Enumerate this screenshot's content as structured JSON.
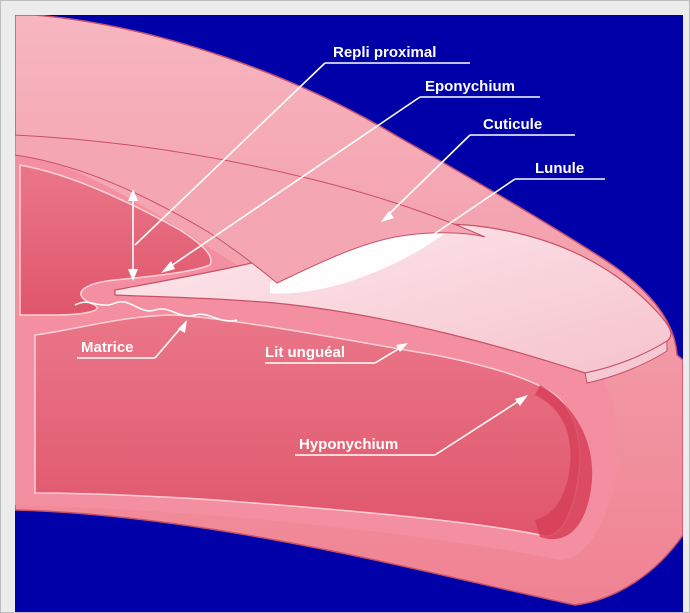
{
  "diagram": {
    "labels": {
      "repli_proximal": "Repli proximal",
      "eponychium": "Eponychium",
      "cuticule": "Cuticule",
      "lunule": "Lunule",
      "matrice": "Matrice",
      "lit_ungueal": "Lit unguéal",
      "hyponychium": "Hyponychium"
    },
    "colors": {
      "background": "#0000a8",
      "skin": "#f08a98",
      "skin_light": "#f7b3bd",
      "inner_tissue": "#e5667a",
      "nail_plate": "#fbe3e8",
      "lunule": "#ffffff",
      "line": "#ffffff"
    }
  }
}
